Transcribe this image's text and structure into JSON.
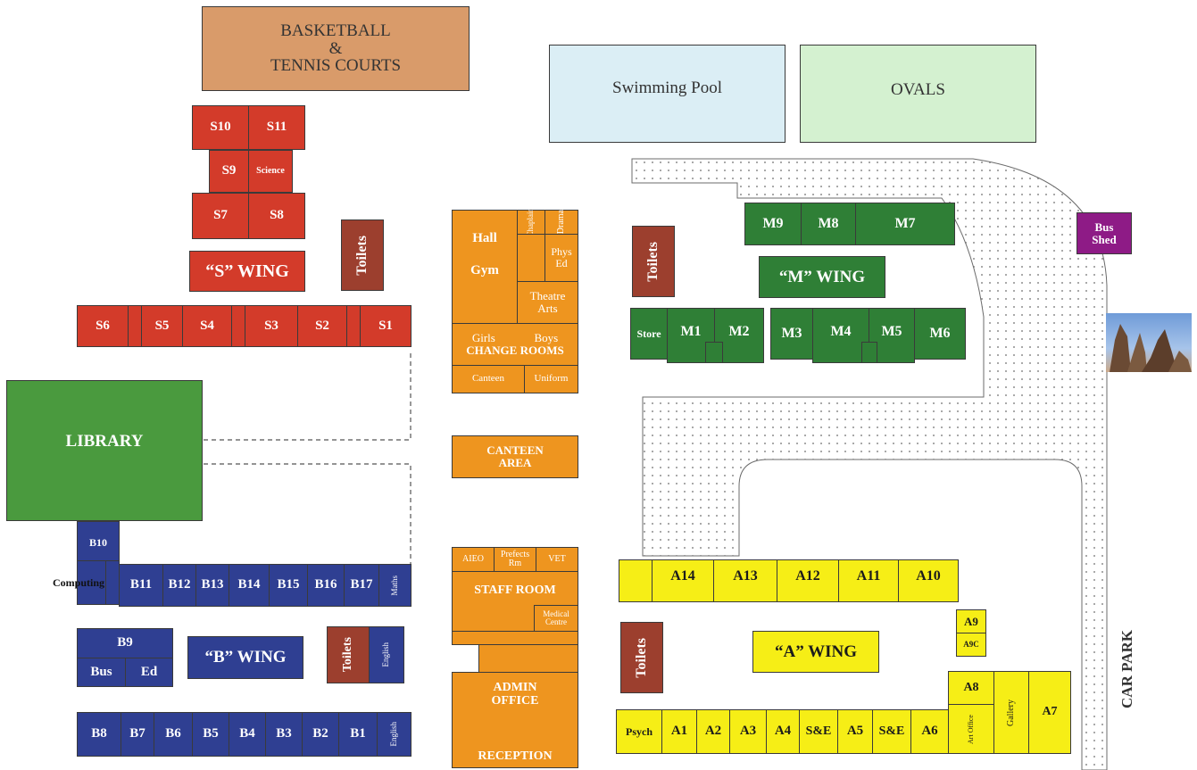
{
  "colors": {
    "s_wing": "#d33b2a",
    "toilets": "#9c3f2e",
    "central": "#ee951f",
    "m_wing": "#2f7f36",
    "library": "#4a9a3e",
    "b_wing": "#2f3f92",
    "a_wing": "#f6ee16",
    "bus_shed": "#8e1b86",
    "pool": "#dbeef5",
    "ovals": "#d4f1d0",
    "courts": "#d99b6a"
  },
  "top": {
    "courts_line1": "BASKETBALL",
    "courts_line2": "&",
    "courts_line3": "TENNIS COURTS",
    "pool": "Swimming Pool",
    "ovals": "OVALS"
  },
  "s_wing": {
    "s10": "S10",
    "s11": "S11",
    "s9": "S9",
    "science": "Science",
    "s7": "S7",
    "s8": "S8",
    "label": "“S” WING",
    "s6": "S6",
    "s5": "S5",
    "s4": "S4",
    "s3": "S3",
    "s2": "S2",
    "s1": "S1"
  },
  "toilets": "Toilets",
  "central": {
    "hall": "Hall",
    "gym": "Gym",
    "chaplain": "Chaplain",
    "drama": "Drama",
    "phys": "Phys",
    "ed": "Ed",
    "theatre": "Theatre",
    "arts": "Arts",
    "girls": "Girls",
    "boys": "Boys",
    "change_rooms": "CHANGE ROOMS",
    "canteen": "Canteen",
    "uniform": "Uniform",
    "canteen_area_1": "CANTEEN",
    "canteen_area_2": "AREA",
    "aieo": "AIEO",
    "prefects": "Prefects",
    "rm": "Rm",
    "vet": "VET",
    "staff_room": "STAFF ROOM",
    "medical": "Medical",
    "centre": "Centre",
    "admin_1": "ADMIN",
    "admin_2": "OFFICE",
    "reception": "RECEPTION"
  },
  "library": "LIBRARY",
  "b_wing": {
    "b10": "B10",
    "computing": "Computing",
    "b11": "B11",
    "b12": "B12",
    "b13": "B13",
    "b14": "B14",
    "b15": "B15",
    "b16": "B16",
    "b17": "B17",
    "maths": "Maths",
    "b9": "B9",
    "bus": "Bus",
    "ed": "Ed",
    "label": "“B” WING",
    "english": "English",
    "b8": "B8",
    "b7": "B7",
    "b6": "B6",
    "b5": "B5",
    "b4": "B4",
    "b3": "B3",
    "b2": "B2",
    "b1": "B1"
  },
  "m_wing": {
    "m9": "M9",
    "m8": "M8",
    "m7": "M7",
    "label": "“M” WING",
    "store": "Store",
    "m1": "M1",
    "m2": "M2",
    "m3": "M3",
    "m4": "M4",
    "m5": "M5",
    "m6": "M6"
  },
  "bus_shed_1": "Bus",
  "bus_shed_2": "Shed",
  "a_wing": {
    "a14": "A14",
    "a13": "A13",
    "a12": "A12",
    "a11": "A11",
    "a10": "A10",
    "a9": "A9",
    "a9c": "A9C",
    "label": "“A” WING",
    "a8": "A8",
    "art": "Art",
    "office": "Office",
    "gallery": "Gallery",
    "a7": "A7",
    "psych": "Psych",
    "a1": "A1",
    "a2": "A2",
    "a3": "A3",
    "a4": "A4",
    "se1": "S&E",
    "a5": "A5",
    "se2": "S&E",
    "a6": "A6"
  },
  "car_park": "CAR PARK"
}
